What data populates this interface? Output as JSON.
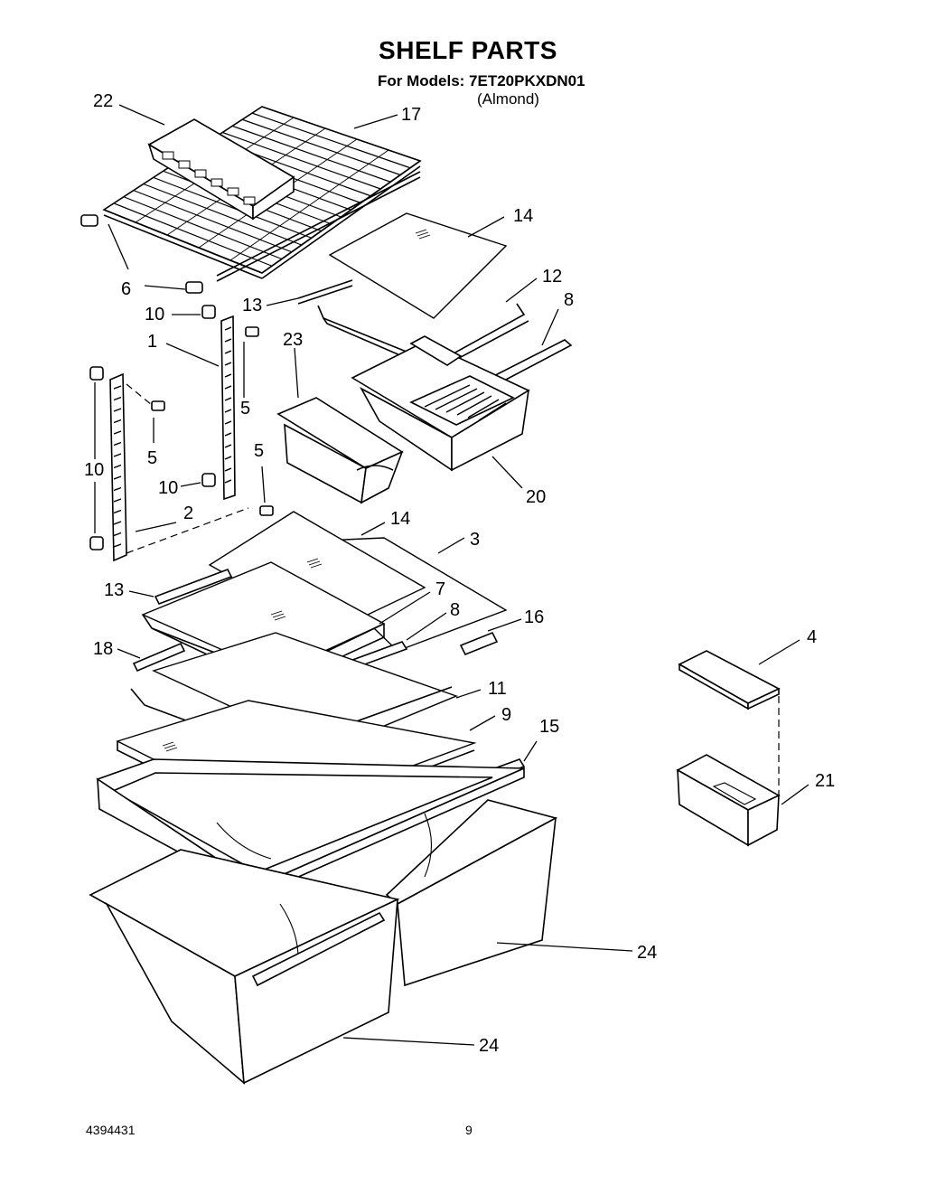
{
  "header": {
    "title": "SHELF PARTS",
    "models": "For Models: 7ET20PKXDN01",
    "variant": "(Almond)"
  },
  "footer": {
    "doc_number": "4394431",
    "page_number": "9"
  },
  "callouts": {
    "c22": "22",
    "c17": "17",
    "c14a": "14",
    "c12": "12",
    "c8a": "8",
    "c6": "6",
    "c13a": "13",
    "c10a": "10",
    "c1": "1",
    "c23": "23",
    "c5a": "5",
    "c5b": "5",
    "c5c": "5",
    "c10b": "10",
    "c10c": "10",
    "c2": "2",
    "c20": "20",
    "c14b": "14",
    "c3": "3",
    "c13b": "13",
    "c7": "7",
    "c8b": "8",
    "c16": "16",
    "c18": "18",
    "c4": "4",
    "c11": "11",
    "c9": "9",
    "c15": "15",
    "c21": "21",
    "c24a": "24",
    "c24b": "24"
  }
}
